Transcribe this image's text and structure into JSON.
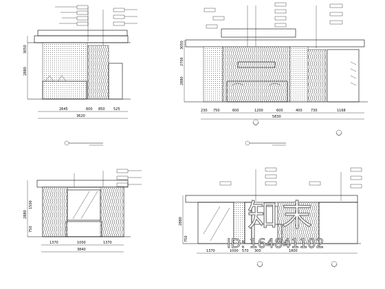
{
  "views": [
    {
      "id": "tl",
      "hdims": [
        "2645",
        "600",
        "850",
        "525"
      ],
      "hdim_total": "3620",
      "vdims": [
        "2880",
        "3050"
      ]
    },
    {
      "id": "tr",
      "hdims": [
        "230",
        "750",
        "600",
        "1200",
        "600",
        "400",
        "730",
        "1168"
      ],
      "hdim_total": "5830",
      "vdims": [
        "2880",
        "2700",
        "3050"
      ]
    },
    {
      "id": "bl",
      "hdims": [
        "1370",
        "1000",
        "1370"
      ],
      "hdim_total": "3840",
      "vdims": [
        "2880",
        "1500",
        "750"
      ]
    },
    {
      "id": "br",
      "hdims": [
        "1370",
        "1000",
        "570",
        "300",
        "1800"
      ],
      "hdim_total": "",
      "vdims": [
        "2880",
        "750"
      ]
    }
  ],
  "watermark": {
    "logo_text": "知末",
    "id_text": "ID: 164841102"
  }
}
